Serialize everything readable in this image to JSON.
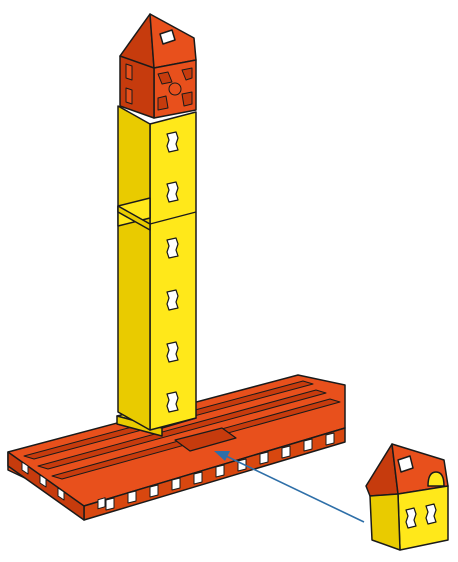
{
  "figure": {
    "description_visible_text": "",
    "colors": {
      "red_brick": "#E8501C",
      "red_shadow": "#C63B0D",
      "yellow_brick": "#FFE81A",
      "yellow_shadow": "#E9CB00",
      "outline": "#1a1a1a",
      "arrow": "#2E6FA8"
    },
    "parts": {
      "base_plate": "red-base-plate",
      "tower": "yellow-tower",
      "roof_top": "red-roof-top",
      "loose_part": "small-house-block"
    }
  }
}
